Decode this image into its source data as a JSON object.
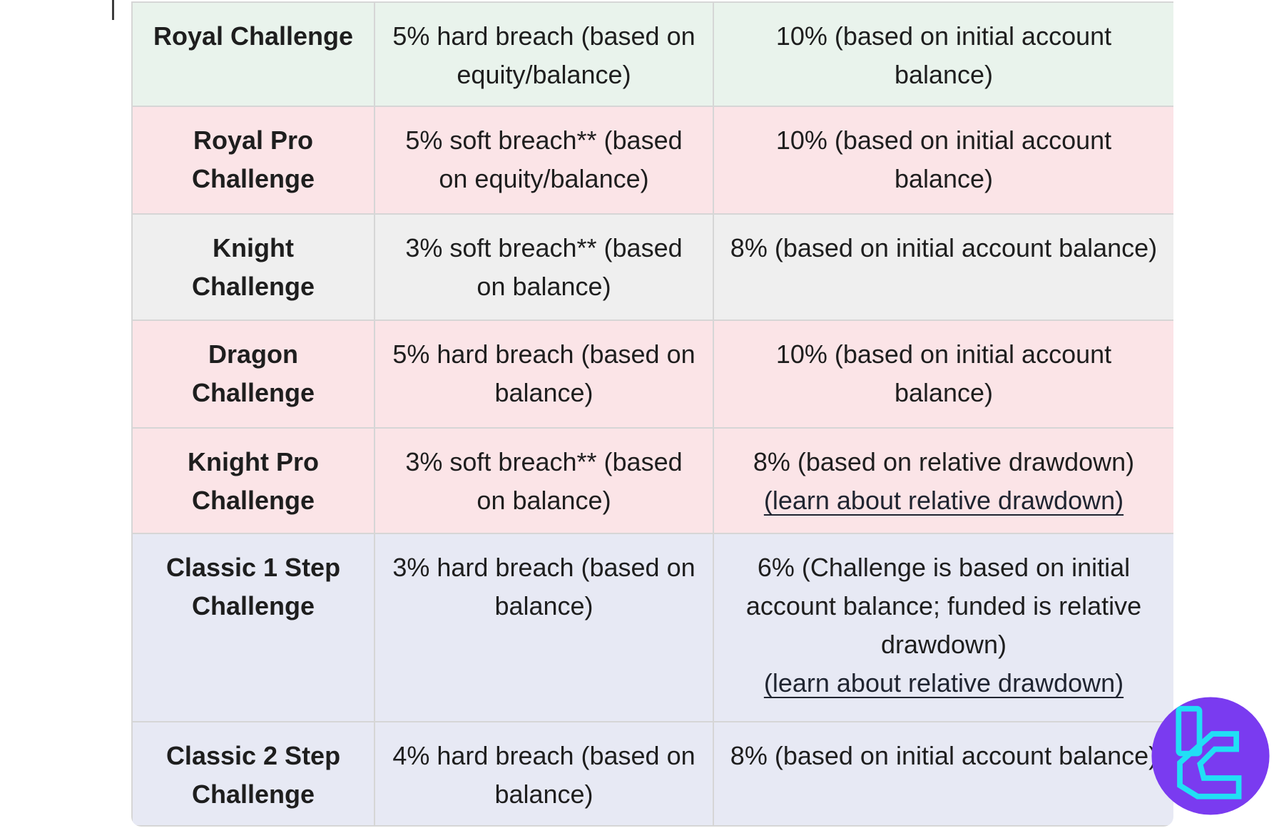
{
  "page": {
    "background_color": "#ffffff"
  },
  "table": {
    "palette": {
      "green": "#e9f3ec",
      "pink": "#fbe4e7",
      "gray": "#efefef",
      "lavender": "#e7e9f4",
      "border": "#d6d6d6",
      "text": "#1e1e1e"
    },
    "rows": [
      {
        "challenge": "Royal Challenge",
        "variant": "green",
        "daily_drawdown": "5% hard breach (based on equity/balance)",
        "max_drawdown": "10% (based on initial account balance)"
      },
      {
        "challenge": "Royal Pro Challenge",
        "variant": "pink",
        "daily_drawdown": "5% soft breach** (based on equity/balance)",
        "max_drawdown": "10% (based on initial account balance)"
      },
      {
        "challenge": "Knight Challenge",
        "variant": "gray",
        "daily_drawdown": "3% soft breach** (based on balance)",
        "max_drawdown": "8% (based on initial account balance)"
      },
      {
        "challenge": "Dragon Challenge",
        "variant": "pink",
        "daily_drawdown": "5% hard breach (based on balance)",
        "max_drawdown": "10% (based on initial account balance)"
      },
      {
        "challenge": "Knight Pro Challenge",
        "variant": "pink",
        "daily_drawdown": "3% soft breach** (based on balance)",
        "max_drawdown": "8% (based on relative drawdown)",
        "max_drawdown_link": "(learn about relative drawdown)"
      },
      {
        "challenge": "Classic 1 Step Challenge",
        "variant": "lavender",
        "daily_drawdown": "3% hard breach (based on balance)",
        "max_drawdown": "6% (Challenge is based on initial account balance; funded is relative drawdown)",
        "max_drawdown_link": "(learn about relative drawdown)"
      },
      {
        "challenge": "Classic 2 Step Challenge",
        "variant": "lavender",
        "daily_drawdown": "4% hard breach (based on balance)",
        "max_drawdown": "8% (based on initial account balance)"
      }
    ]
  },
  "logo": {
    "circle_color": "#7a3bf0",
    "glyph_color": "#21dff5",
    "glyph": "tc-monogram"
  }
}
